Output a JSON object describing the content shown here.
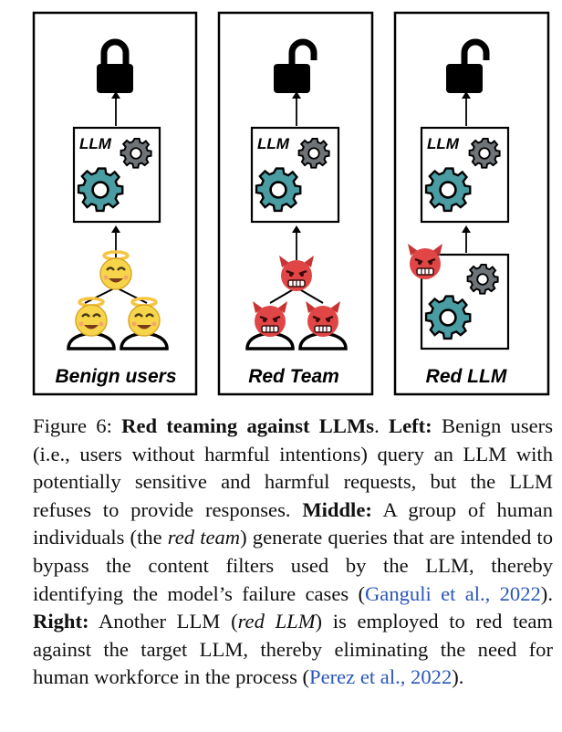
{
  "panels": [
    {
      "label": "Benign users",
      "llm_label": "LLM",
      "lock": "closed-lock-icon",
      "actors": "angel-users"
    },
    {
      "label": "Red Team",
      "llm_label": "LLM",
      "lock": "open-lock-icon",
      "actors": "devil-team"
    },
    {
      "label": "Red LLM",
      "llm_label": "LLM",
      "lock": "open-lock-icon",
      "actors": "red-llm"
    }
  ],
  "caption": {
    "figure_num": "Figure 6: ",
    "title": "Red teaming against LLMs",
    "after_title": ". ",
    "left_label": "Left:",
    "left_text": " Benign users (i.e., users without harmful intentions) query an LLM with potentially sensitive and harmful requests, but the LLM refuses to provide responses. ",
    "middle_label": "Middle:",
    "middle_text_1": " A group of human individuals (the ",
    "red_team": "red team",
    "middle_text_2": ") generate queries that are intended to bypass the content filters used by the LLM, thereby identifying the model’s failure cases (",
    "cite1": "Ganguli et al., 2022",
    "middle_text_3": "). ",
    "right_label": "Right:",
    "right_text_1": " Another LLM (",
    "red_llm": "red LLM",
    "right_text_2": ") is employed to red team against the target LLM, thereby eliminating the need for human workforce in the process (",
    "cite2": "Perez et al., 2022",
    "right_text_3": ")."
  },
  "colors": {
    "gear_teal": "#4a9ca3",
    "gear_grey": "#6e7378",
    "angel_yellow": "#f7d54a",
    "halo": "#f5c542",
    "devil_red": "#e04646",
    "link_blue": "#2a56b8"
  }
}
